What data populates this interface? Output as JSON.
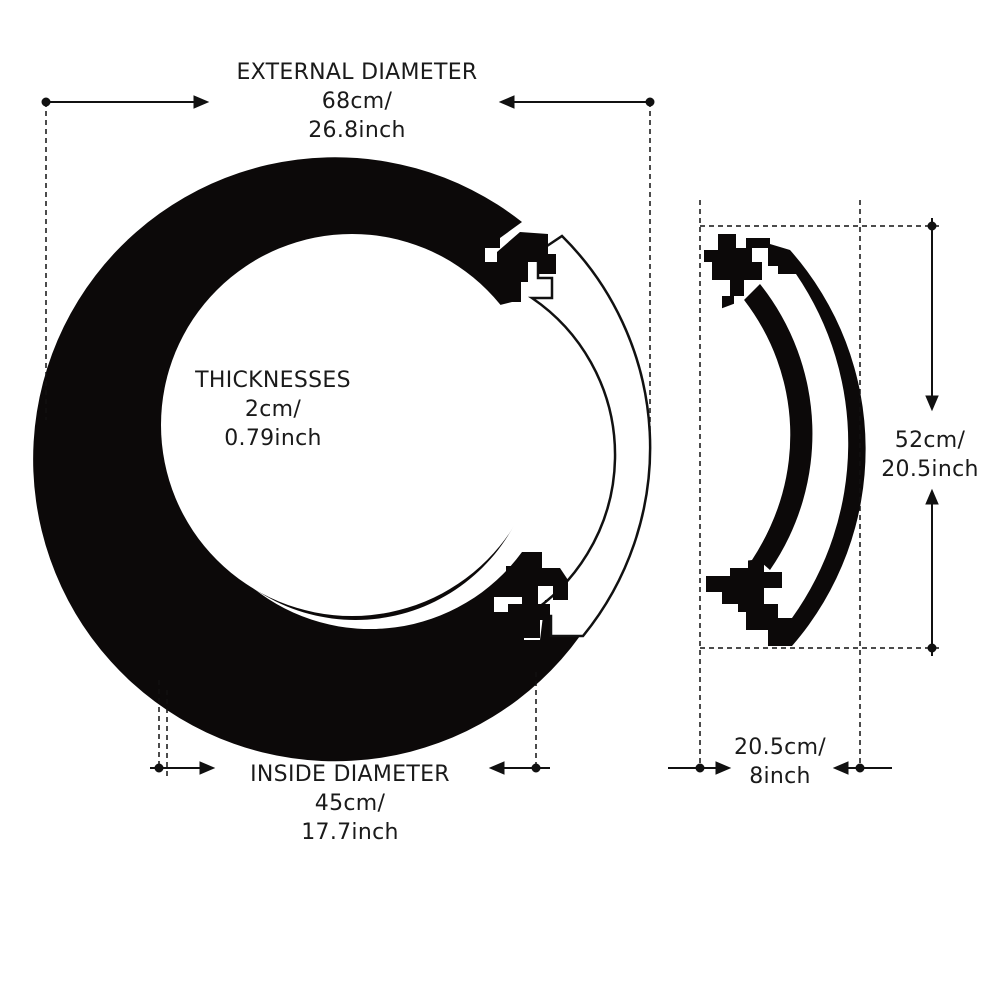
{
  "colors": {
    "background": "#ffffff",
    "piece": "#0c0909",
    "line": "#111111"
  },
  "labels": {
    "external_diameter": {
      "title": "EXTERNAL DIAMETER",
      "metric": "68cm/",
      "imperial": "26.8inch"
    },
    "thicknesses": {
      "title": "THICKNESSES",
      "metric": "2cm/",
      "imperial": "0.79inch"
    },
    "inside_diameter": {
      "title": "INSIDE DIAMETER",
      "metric": "45cm/",
      "imperial": "17.7inch"
    },
    "segment_height": {
      "metric": "52cm/",
      "imperial": "20.5inch"
    },
    "segment_width": {
      "metric": "20.5cm/",
      "imperial": "8inch"
    }
  }
}
